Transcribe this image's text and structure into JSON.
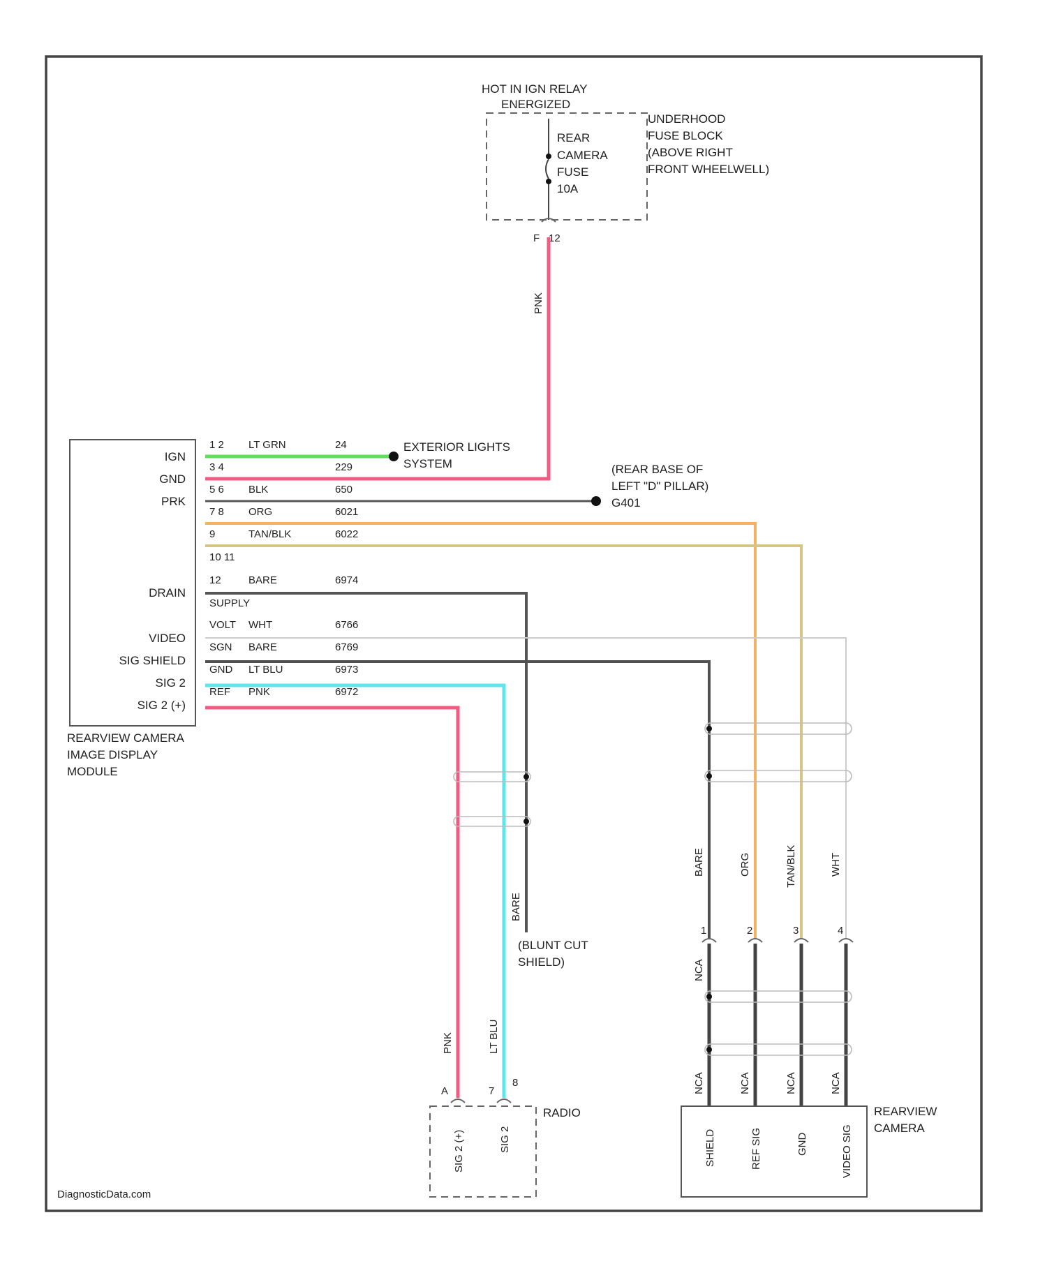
{
  "relay": {
    "title_line1": "HOT IN IGN RELAY",
    "title_line2": "ENERGIZED",
    "fuse_lines": [
      "REAR",
      "CAMERA",
      "FUSE",
      "10A"
    ],
    "pins": [
      "F",
      "12"
    ]
  },
  "fuse_block": {
    "lines": [
      "UNDERHOOD",
      "FUSE BLOCK",
      "(ABOVE RIGHT",
      "FRONT WHEELWELL)"
    ]
  },
  "module": {
    "name_lines": [
      "REARVIEW CAMERA",
      "IMAGE DISPLAY",
      "MODULE"
    ],
    "pin_labels": [
      "IGN",
      "GND",
      "PRK",
      "DRAIN",
      "VIDEO",
      "SIG SHIELD",
      "SIG 2",
      "SIG 2 (+)"
    ]
  },
  "wires": [
    {
      "pins": "1 2",
      "color_name": "LT GRN",
      "circuit": "24"
    },
    {
      "pins": "3 4",
      "color_name": "",
      "circuit": "229"
    },
    {
      "pins": "5 6",
      "color_name": "BLK",
      "circuit": "650"
    },
    {
      "pins": "7 8",
      "color_name": "ORG",
      "circuit": "6021"
    },
    {
      "pins": "9",
      "color_name": "TAN/BLK",
      "circuit": "6022"
    },
    {
      "pins": "10 11",
      "color_name": "",
      "circuit": ""
    },
    {
      "pins": "12",
      "color_name": "BARE",
      "circuit": "6974"
    },
    {
      "pins": "SUPPLY",
      "color_name": "",
      "circuit": ""
    },
    {
      "pins": "VOLT",
      "color_name": "WHT",
      "circuit": "6766"
    },
    {
      "pins": "SGN",
      "color_name": "BARE",
      "circuit": "6769"
    },
    {
      "pins": "GND",
      "color_name": "LT BLU",
      "circuit": "6973"
    },
    {
      "pins": "REF",
      "color_name": "PNK",
      "circuit": "6972"
    }
  ],
  "labels": {
    "exterior_lights": [
      "EXTERIOR LIGHTS",
      "SYSTEM"
    ],
    "ground_location": [
      "(REAR BASE OF",
      "LEFT \"D\" PILLAR)",
      "G401"
    ],
    "blunt_cut": [
      "(BLUNT CUT",
      "SHIELD)"
    ],
    "fuse_wire_color": "PNK",
    "radio_wire_colors": [
      "PNK",
      "LT BLU"
    ],
    "radio_drain_color": "BARE",
    "camera_wire_colors": [
      "BARE",
      "ORG",
      "TAN/BLK",
      "WHT"
    ],
    "nca": [
      "NCA",
      "NCA",
      "NCA",
      "NCA",
      "NCA"
    ]
  },
  "radio": {
    "name": "RADIO",
    "pins": [
      "A",
      "7",
      "8"
    ],
    "pin_names": [
      "SIG 2 (+)",
      "SIG 2"
    ]
  },
  "camera": {
    "name_lines": [
      "REARVIEW",
      "CAMERA"
    ],
    "pins": [
      "1",
      "2",
      "3",
      "4"
    ],
    "pin_names": [
      "SHIELD",
      "REF SIG",
      "GND",
      "VIDEO SIG"
    ]
  },
  "watermark": "DiagnosticData.com",
  "colors": {
    "pink": "#f25c82",
    "green": "#5fdf5a",
    "black": "#555555",
    "orange": "#f5b265",
    "tan": "#d5c587",
    "white_wire": "#cccccc",
    "bare": "#505050",
    "cyan": "#5ee6ec"
  }
}
